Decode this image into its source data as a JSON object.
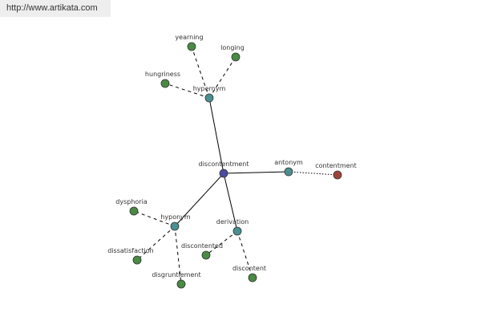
{
  "source": {
    "url": "http://www.artikata.com"
  },
  "colors": {
    "center": "#4a4aa0",
    "relation": "#4a9090",
    "word": "#4a8a44",
    "antonym_word": "#a04438"
  },
  "nodes": [
    {
      "id": "discontentment",
      "label": "discontentment",
      "kind": "center"
    },
    {
      "id": "hypernym",
      "label": "hypernym",
      "kind": "relation"
    },
    {
      "id": "antonym",
      "label": "antonym",
      "kind": "relation"
    },
    {
      "id": "hyponym",
      "label": "hyponym",
      "kind": "relation"
    },
    {
      "id": "derivation",
      "label": "derivation",
      "kind": "relation"
    },
    {
      "id": "yearning",
      "label": "yearning",
      "kind": "word"
    },
    {
      "id": "longing",
      "label": "longing",
      "kind": "word"
    },
    {
      "id": "hungriness",
      "label": "hungriness",
      "kind": "word"
    },
    {
      "id": "contentment",
      "label": "contentment",
      "kind": "antonym_word"
    },
    {
      "id": "dysphoria",
      "label": "dysphoria",
      "kind": "word"
    },
    {
      "id": "dissatisfaction",
      "label": "dissatisfaction",
      "kind": "word"
    },
    {
      "id": "disgruntlement",
      "label": "disgruntlement",
      "kind": "word"
    },
    {
      "id": "discontented",
      "label": "discontented",
      "kind": "word"
    },
    {
      "id": "discontent",
      "label": "discontent",
      "kind": "word"
    }
  ],
  "edges": [
    {
      "from": "discontentment",
      "to": "hypernym",
      "style": "solid"
    },
    {
      "from": "discontentment",
      "to": "antonym",
      "style": "solid"
    },
    {
      "from": "discontentment",
      "to": "hyponym",
      "style": "solid"
    },
    {
      "from": "discontentment",
      "to": "derivation",
      "style": "solid"
    },
    {
      "from": "hypernym",
      "to": "yearning",
      "style": "dashed"
    },
    {
      "from": "hypernym",
      "to": "longing",
      "style": "dashed"
    },
    {
      "from": "hypernym",
      "to": "hungriness",
      "style": "dashed"
    },
    {
      "from": "antonym",
      "to": "contentment",
      "style": "dotted"
    },
    {
      "from": "hyponym",
      "to": "dysphoria",
      "style": "dashed"
    },
    {
      "from": "hyponym",
      "to": "dissatisfaction",
      "style": "dashed"
    },
    {
      "from": "hyponym",
      "to": "disgruntlement",
      "style": "dashed"
    },
    {
      "from": "derivation",
      "to": "discontented",
      "style": "dashed"
    },
    {
      "from": "derivation",
      "to": "discontent",
      "style": "dashed"
    }
  ]
}
